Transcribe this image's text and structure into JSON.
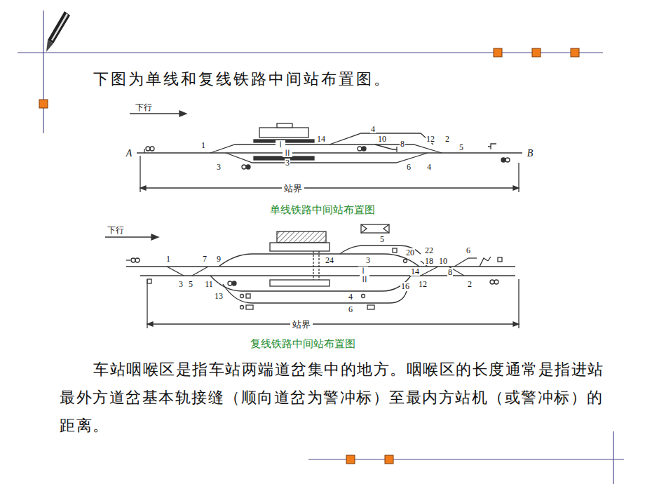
{
  "diagram": {
    "labels": [
      "下图为单线和复线铁路中间站布置图。",
      "下行",
      "A",
      "1",
      "3",
      "Ⅰ",
      "Ⅱ",
      "3",
      "14",
      "4",
      "10",
      "8",
      "12",
      "2",
      "5",
      "6",
      "4",
      "B",
      "站界",
      "单线铁路中间站布置图",
      "下行",
      "1",
      "3",
      "5",
      "7",
      "9",
      "11",
      "13",
      "24",
      "5",
      "3",
      "Ⅰ",
      "Ⅱ",
      "4",
      "6",
      "20",
      "22",
      "18",
      "10",
      "6",
      "14",
      "8",
      "12",
      "16",
      "2",
      "站界",
      "复线铁路中间站布置图",
      "车站咽喉区是指车站两端道岔集中的地方。咽喉区的长度通常是指进站最外方道岔基本轨接缝（顺向道岔为警冲标）至最内方站机（或警冲标）的距离。"
    ]
  }
}
